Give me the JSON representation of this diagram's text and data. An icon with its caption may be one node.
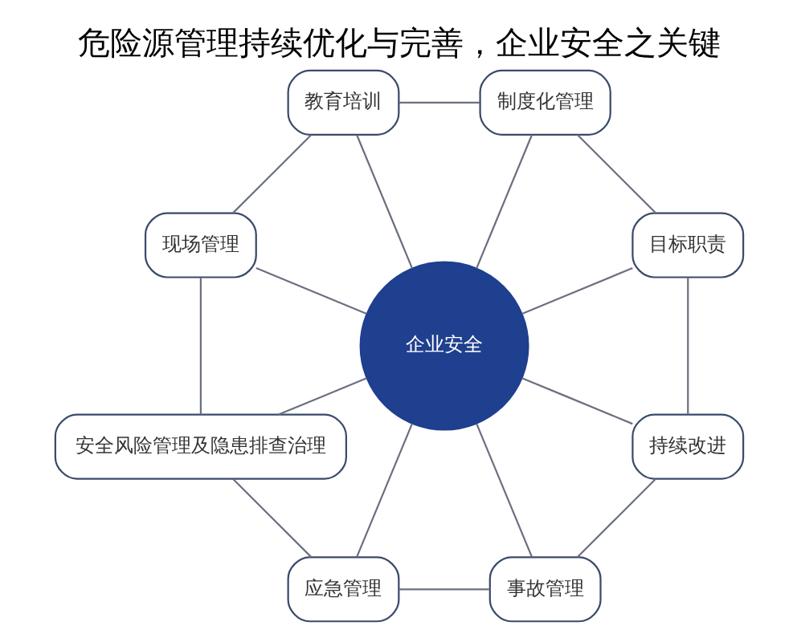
{
  "diagram": {
    "title": "危险源管理持续优化与完善，企业安全之关键",
    "nodes": [
      {
        "text": [
          "企业安全"
        ]
      },
      {
        "text": [
          "目标职责"
        ]
      },
      {
        "text": [
          "制度化管理"
        ]
      },
      {
        "text": [
          "教育培训"
        ]
      },
      {
        "text": [
          "现场管理"
        ]
      },
      {
        "text": [
          "安全风险管理及隐患排查治理"
        ]
      },
      {
        "text": [
          "应急管理"
        ]
      },
      {
        "text": [
          "事故管理"
        ]
      },
      {
        "text": [
          "持续改进"
        ]
      }
    ],
    "edges": [
      {
        "from": 0,
        "to": 1,
        "arrow": "none"
      },
      {
        "from": 0,
        "to": 2,
        "arrow": "none"
      },
      {
        "from": 0,
        "to": 3,
        "arrow": "none"
      },
      {
        "from": 0,
        "to": 4,
        "arrow": "none"
      },
      {
        "from": 0,
        "to": 5,
        "arrow": "none"
      },
      {
        "from": 0,
        "to": 6,
        "arrow": "none"
      },
      {
        "from": 0,
        "to": 7,
        "arrow": "none"
      },
      {
        "from": 0,
        "to": 8,
        "arrow": "none"
      },
      {
        "from": 1,
        "to": 2,
        "arrow": "none"
      },
      {
        "from": 2,
        "to": 3,
        "arrow": "none"
      },
      {
        "from": 3,
        "to": 4,
        "arrow": "none"
      },
      {
        "from": 4,
        "to": 5,
        "arrow": "none"
      },
      {
        "from": 5,
        "to": 6,
        "arrow": "none"
      },
      {
        "from": 6,
        "to": 7,
        "arrow": "none"
      },
      {
        "from": 7,
        "to": 8,
        "arrow": "none"
      },
      {
        "from": 8,
        "to": 1,
        "arrow": "none"
      }
    ]
  }
}
